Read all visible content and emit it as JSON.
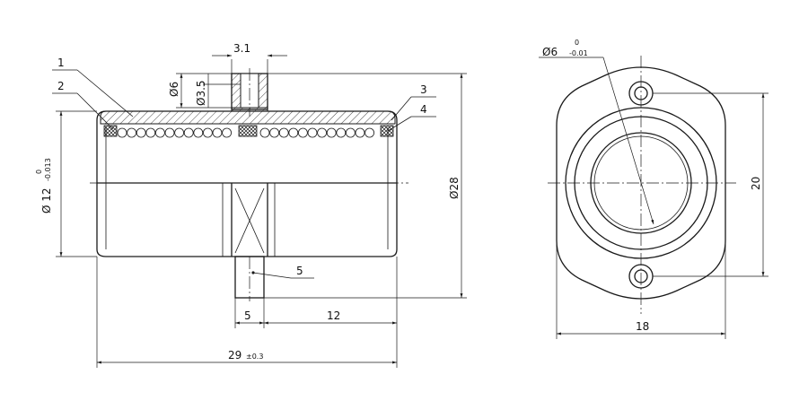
{
  "drawing": {
    "side_view": {
      "dims": {
        "keyway_width": "3.1",
        "bore_diameter": "Ø6",
        "hole_diameter": "Ø3.5",
        "shaft_diameter_main": "Ø 12",
        "shaft_tol_upper": "0",
        "shaft_tol_lower": "-0.013",
        "flange_diameter": "Ø28",
        "flange_width": "5",
        "right_length": "12",
        "total_length": "29",
        "total_tolerance": "±0.3"
      },
      "callouts": [
        "1",
        "2",
        "3",
        "4",
        "5"
      ]
    },
    "front_view": {
      "dims": {
        "hole_diameter": "Ø6",
        "hole_tol_upper": "0",
        "hole_tol_lower": "-0.01",
        "hole_pitch": "20",
        "flange_width": "18"
      }
    }
  }
}
